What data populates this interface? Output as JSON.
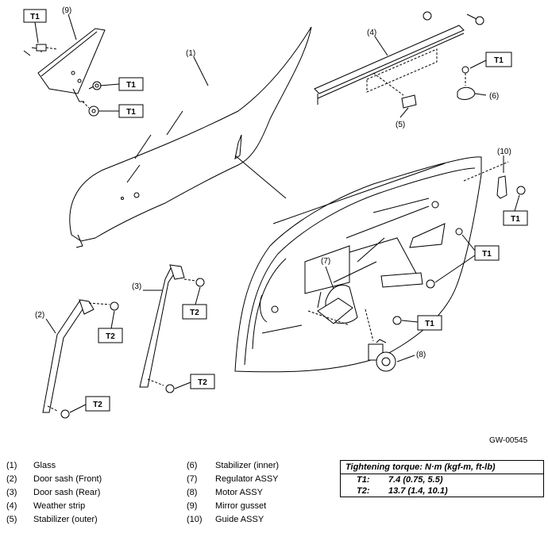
{
  "callouts": {
    "c1": "(1)",
    "c2": "(2)",
    "c3": "(3)",
    "c4": "(4)",
    "c5": "(5)",
    "c6": "(6)",
    "c7": "(7)",
    "c8": "(8)",
    "c9": "(9)",
    "c10": "(10)"
  },
  "torque_labels": {
    "t1": "T1",
    "t2": "T2"
  },
  "figure_code": "GW-00545",
  "legend": [
    {
      "num": "(1)",
      "label": "Glass"
    },
    {
      "num": "(2)",
      "label": "Door sash (Front)"
    },
    {
      "num": "(3)",
      "label": "Door sash (Rear)"
    },
    {
      "num": "(4)",
      "label": "Weather strip"
    },
    {
      "num": "(5)",
      "label": "Stabilizer (outer)"
    },
    {
      "num": "(6)",
      "label": "Stabilizer (inner)"
    },
    {
      "num": "(7)",
      "label": "Regulator ASSY"
    },
    {
      "num": "(8)",
      "label": "Motor ASSY"
    },
    {
      "num": "(9)",
      "label": "Mirror gusset"
    },
    {
      "num": "(10)",
      "label": "Guide ASSY"
    }
  ],
  "torque": {
    "title": "Tightening torque: N·m (kgf-m, ft-lb)",
    "t1_key": "T1:",
    "t1_value": "7.4 (0.75, 5.5)",
    "t2_key": "T2:",
    "t2_value": "13.7 (1.4, 10.1)"
  }
}
